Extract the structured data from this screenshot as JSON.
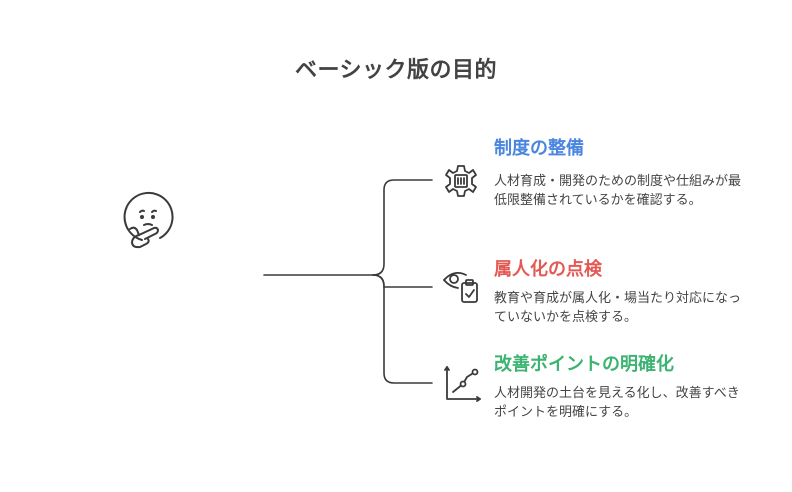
{
  "title": "ベーシック版の目的",
  "items": [
    {
      "title": "制度の整備",
      "description": "人材育成・開発のための制度や仕組みが最低限整備されているかを確認する。",
      "color": "#4a86e0",
      "icon": "gear-icon"
    },
    {
      "title": "属人化の点検",
      "description": "教育や育成が属人化・場当たり対応になっていないかを点検する。",
      "color": "#e35a54",
      "icon": "eye-clipboard-icon"
    },
    {
      "title": "改善ポイントの明確化",
      "description": "人材開発の土台を見える化し、改善すべきポイントを明確にする。",
      "color": "#3cb371",
      "icon": "line-chart-icon"
    }
  ],
  "central_icon": "thinking-face-icon",
  "line_color": "#3a3a3a"
}
